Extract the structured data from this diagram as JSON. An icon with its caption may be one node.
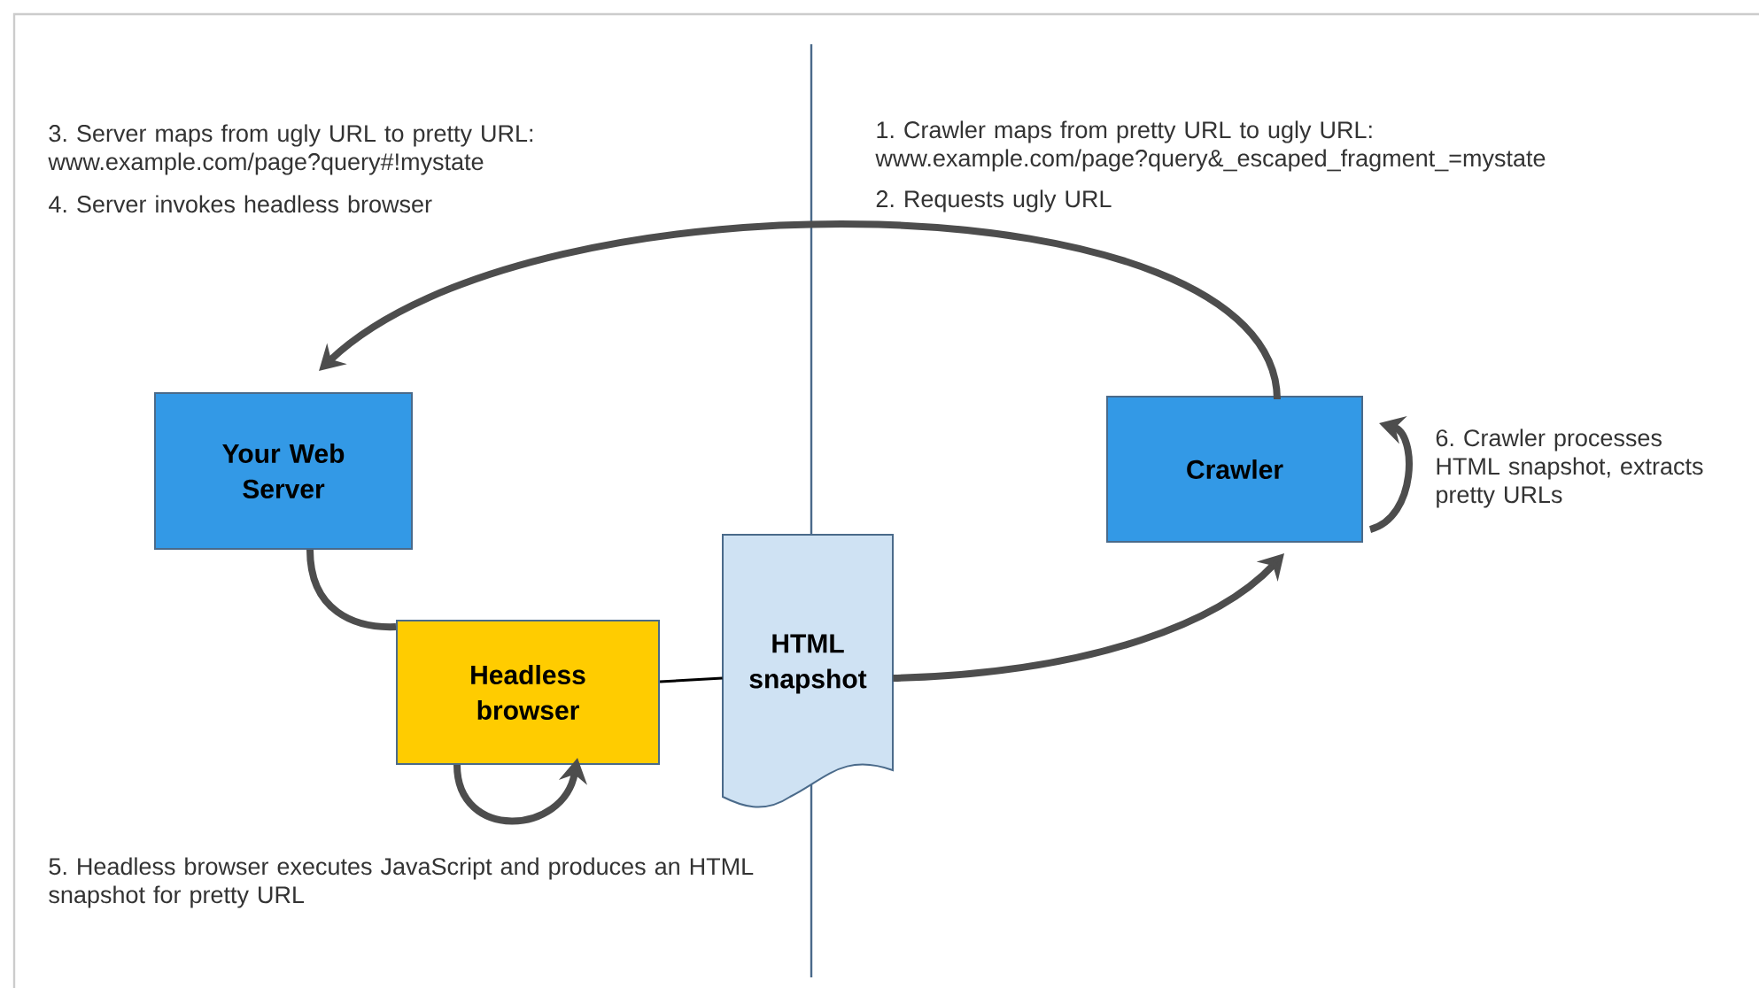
{
  "diagram": {
    "nodes": [
      {
        "text": [
          "Your Web Server"
        ]
      },
      {
        "text": [
          "Headless browser"
        ]
      },
      {
        "text": [
          "HTML snapshot"
        ]
      },
      {
        "text": [
          "Crawler"
        ]
      }
    ],
    "edges": [
      {
        "from": 3,
        "to": 0,
        "arrow": "to"
      },
      {
        "from": 0,
        "to": 1,
        "arrow": "none"
      },
      {
        "from": 1,
        "to": 1,
        "arrow": "to"
      },
      {
        "from": 1,
        "to": 2,
        "arrow": "none",
        "color": "#000000"
      },
      {
        "from": 2,
        "to": 3,
        "arrow": "to"
      },
      {
        "from": 3,
        "to": 3,
        "arrow": "to"
      }
    ],
    "labels": [
      "3. Server maps from ugly URL to pretty URL: www.example.com/page?query#!mystate",
      "4. Server invokes headless browser",
      "1. Crawler maps from pretty URL to ugly URL: www.example.com/page?query&_escaped_fragment_=mystate",
      "2. Requests ugly URL",
      "6. Crawler processes HTML snapshot, extracts pretty URLs",
      "5. Headless browser executes JavaScript and produces an HTML snapshot for pretty URL"
    ]
  }
}
